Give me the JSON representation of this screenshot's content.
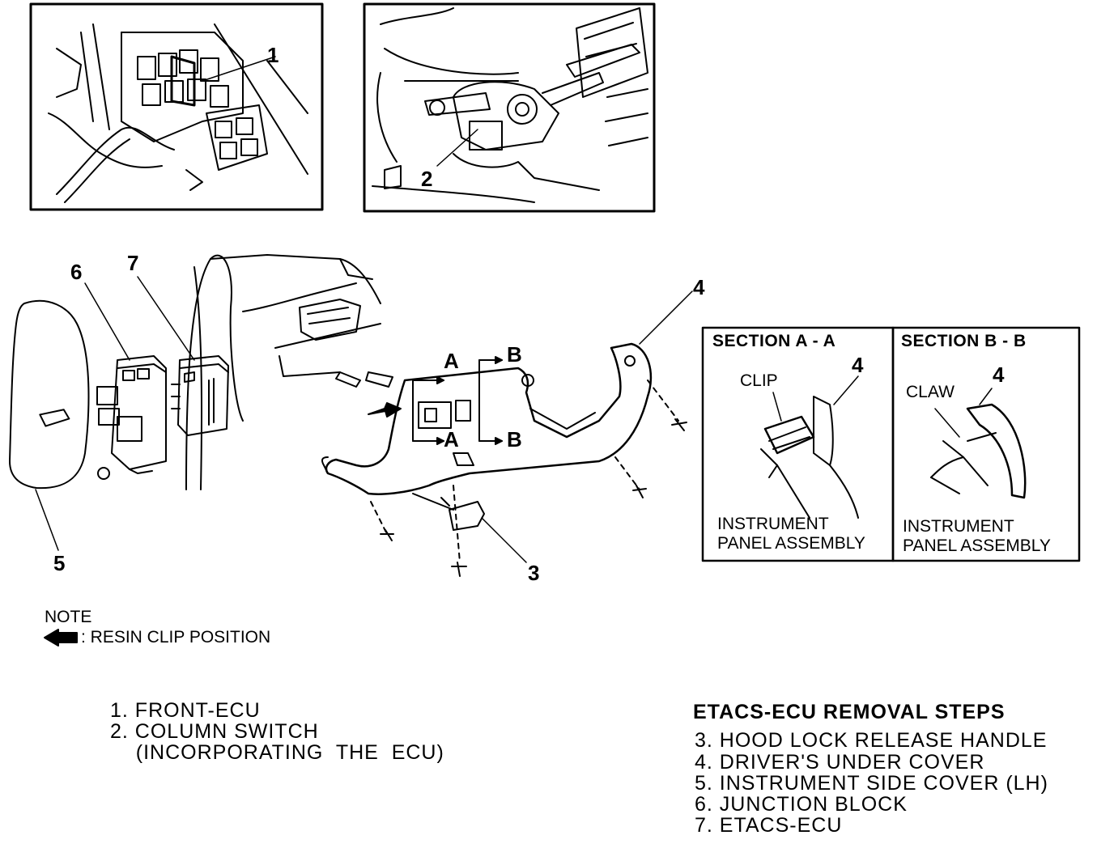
{
  "callouts": {
    "n1": "1",
    "n2": "2",
    "n3": "3",
    "n4": "4",
    "n5": "5",
    "n6": "6",
    "n7": "7"
  },
  "section_marks": {
    "a": "A",
    "b": "B"
  },
  "sections": {
    "aa": {
      "title": "SECTION  A  -  A",
      "num": "4",
      "part": "CLIP",
      "panel_line1": "INSTRUMENT",
      "panel_line2": "PANEL ASSEMBLY"
    },
    "bb": {
      "title": "SECTION  B  -  B",
      "num": "4",
      "part": "CLAW",
      "panel_line1": "INSTRUMENT",
      "panel_line2": "PANEL ASSEMBLY"
    }
  },
  "note": {
    "title": "NOTE",
    "text": ": RESIN CLIP POSITION"
  },
  "legend_left": [
    "1. FRONT-ECU",
    "2. COLUMN  SWITCH",
    "    (INCORPORATING  THE  ECU)"
  ],
  "removal": {
    "title": "ETACS-ECU  REMOVAL  STEPS",
    "steps": [
      "3. HOOD  LOCK  RELEASE  HANDLE",
      "4. DRIVER'S  UNDER  COVER",
      "5. INSTRUMENT  SIDE  COVER  (LH)",
      "6. JUNCTION  BLOCK",
      "7. ETACS-ECU"
    ]
  }
}
